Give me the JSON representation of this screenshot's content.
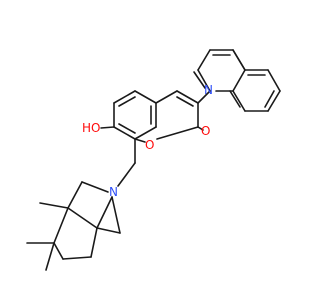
{
  "molecule": {
    "colors": {
      "carbon_bond": "#1a1a1a",
      "oxygen": "#ff0d0d",
      "nitrogen": "#3050f8",
      "background": "#ffffff"
    },
    "labels": {
      "hydroxyl": "HO",
      "lactone_carbonyl_oxygen": "O",
      "ring_oxygen": "O",
      "quinoline_nitrogen": "N",
      "azabicyclo_nitrogen": "N"
    }
  }
}
